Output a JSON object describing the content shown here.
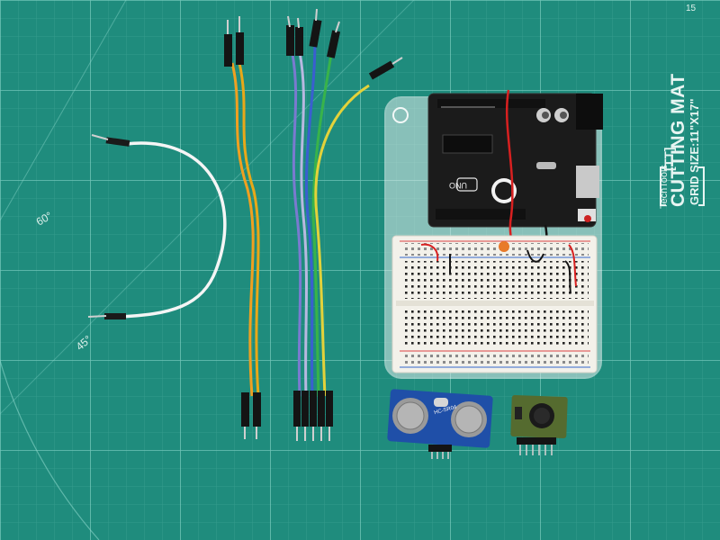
{
  "mat": {
    "title": "CUTTING MAT",
    "grid": "GRID SIZE:11\"X17\"",
    "maker": "TechTools",
    "logo": "[TT]",
    "corner_mark": "15",
    "angle_60": "60°",
    "angle_45": "45°",
    "mat_color": "#1f8c7d",
    "line_color": "#6fc6b8"
  },
  "board": {
    "uno_label": "UNO",
    "sensor_label": "HC-SR04"
  },
  "objects": [
    {
      "name": "arduino-uno-board",
      "color": "#1a1a1a"
    },
    {
      "name": "breadboard",
      "color": "#f2f0ea"
    },
    {
      "name": "acrylic-base-plate",
      "color": "#d9e6e4"
    },
    {
      "name": "ultrasonic-sensor-hc-sr04",
      "color": "#1f4fa8"
    },
    {
      "name": "maxbotix-sonar-sensor",
      "color": "#556b2f"
    },
    {
      "name": "white-jumper-wire",
      "color": "#f5f5f5"
    },
    {
      "name": "orange-jumper-wires",
      "color": "#f0a020"
    },
    {
      "name": "multicolor-jumper-wires",
      "colors": [
        "#7a7ad0",
        "#b0b0d8",
        "#3a5fd0",
        "#38b34a",
        "#e3d23a"
      ]
    }
  ]
}
